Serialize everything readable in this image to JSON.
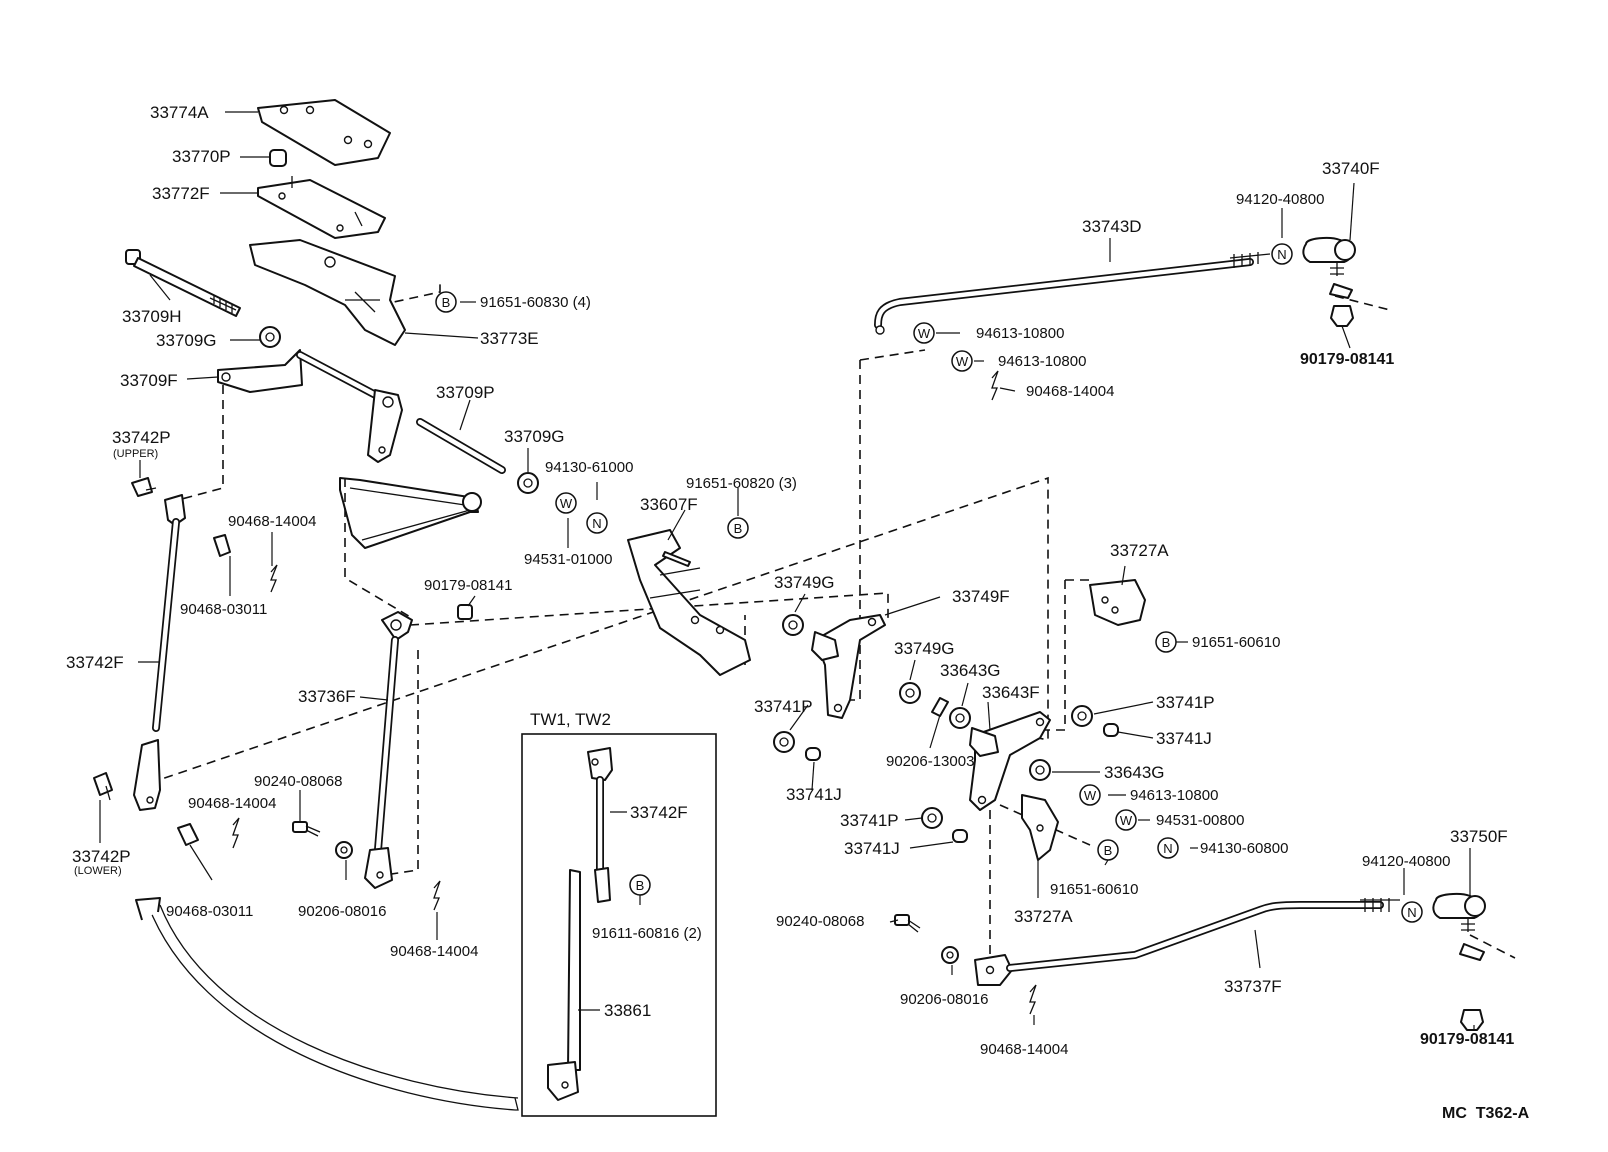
{
  "diagram": {
    "code": "MC  T362-A",
    "group_label": "TW1, TW2",
    "symbols": {
      "bolt": "B",
      "washer": "W",
      "nut": "N"
    },
    "parts": {
      "p33774A": "33774A",
      "p33770P": "33770P",
      "p33772F": "33772F",
      "p91651_60830": "91651-60830 (4)",
      "p33709H": "33709H",
      "p33709G_top": "33709G",
      "p33773E": "33773E",
      "p33709F": "33709F",
      "p33709P": "33709P",
      "p33742P_upper": "33742P",
      "upper_note": "(UPPER)",
      "p33709G_mid": "33709G",
      "p94130_61000": "94130-61000",
      "p94531_01000": "94531-01000",
      "p90468_14004_a": "90468-14004",
      "p90468_03011_a": "90468-03011",
      "p33742F": "33742F",
      "p90179_08141_mid": "90179-08141",
      "p33736F": "33736F",
      "p91651_60820": "91651-60820 (3)",
      "p33607F": "33607F",
      "p33749G_a": "33749G",
      "p33749F": "33749F",
      "p33749G_b": "33749G",
      "p33643G_a": "33643G",
      "p33643F": "33643F",
      "p33741P_a": "33741P",
      "p33741J_a": "33741J",
      "p90206_13003": "90206-13003",
      "p33727A_top": "33727A",
      "p91651_60610_a": "91651-60610",
      "p33741P_b": "33741P",
      "p33741J_b": "33741J",
      "p33643G_b": "33643G",
      "p94613_10800_c": "94613-10800",
      "p94531_00800": "94531-00800",
      "p94130_60800": "94130-60800",
      "p33741P_c": "33741P",
      "p33741J_c": "33741J",
      "p91651_60610_b": "91651-60610",
      "p33727A_bot": "33727A",
      "p33742P_lower": "33742P",
      "lower_note": "(LOWER)",
      "p90240_08068_a": "90240-08068",
      "p90468_14004_b": "90468-14004",
      "p90468_03011_b": "90468-03011",
      "p90206_08016_a": "90206-08016",
      "p90468_14004_c": "90468-14004",
      "p33742F_tw": "33742F",
      "p91611_60816": "91611-60816 (2)",
      "p33861": "33861",
      "p33743D": "33743D",
      "p94120_40800_top": "94120-40800",
      "p33740F": "33740F",
      "p94613_10800_a": "94613-10800",
      "p94613_10800_b": "94613-10800",
      "p90468_14004_d": "90468-14004",
      "p90179_08141_top": "90179-08141",
      "p94120_40800_bot": "94120-40800",
      "p33750F": "33750F",
      "p90240_08068_b": "90240-08068",
      "p90206_08016_b": "90206-08016",
      "p90468_14004_e": "90468-14004",
      "p33737F": "33737F",
      "p90179_08141_bot": "90179-08141"
    }
  }
}
